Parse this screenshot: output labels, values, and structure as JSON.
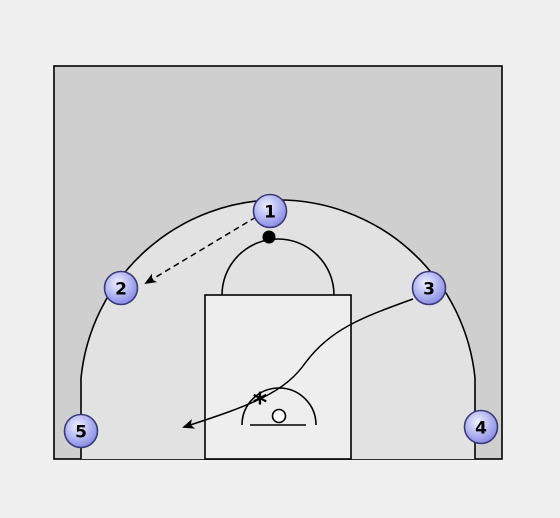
{
  "colors": {
    "background": "#f0f0f0",
    "court": "#cfcfcf",
    "three_point_zone": "#e2e2e2",
    "paint": "#eeeeee",
    "line": "#000000",
    "player_fill_center": "#eef0ff",
    "player_fill_edge": "#8a8ee6",
    "player_stroke": "#3a3a7a"
  },
  "screen_marker": "*",
  "players": [
    {
      "label": "1"
    },
    {
      "label": "2"
    },
    {
      "label": "3"
    },
    {
      "label": "4"
    },
    {
      "label": "5"
    }
  ],
  "actions": [
    {
      "type": "pass",
      "from": "1",
      "to": "2",
      "style": "dashed"
    },
    {
      "type": "cut",
      "from": "3",
      "to": "baseline",
      "style": "solid"
    }
  ],
  "ball": {
    "holder": "1"
  }
}
